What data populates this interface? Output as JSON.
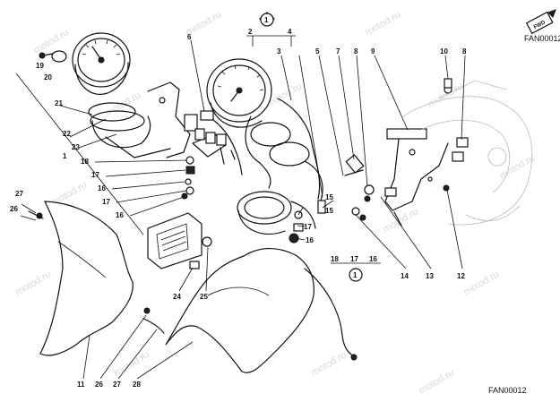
{
  "diagram": {
    "code_top": "FAN00012",
    "code_bottom": "FAN00012",
    "fwd_label": "FWD",
    "watermark": "motod.ru",
    "group_label": "1",
    "callouts": [
      "1",
      "2",
      "3",
      "4",
      "5",
      "6",
      "7",
      "8",
      "8",
      "9",
      "10",
      "11",
      "12",
      "13",
      "14",
      "15",
      "15",
      "16",
      "16",
      "16",
      "17",
      "17",
      "17",
      "17",
      "18",
      "18",
      "19",
      "20",
      "21",
      "22",
      "23",
      "24",
      "25",
      "26",
      "26",
      "27",
      "27",
      "28"
    ],
    "labels": {
      "n6": "6",
      "n2": "2",
      "n4": "4",
      "n3": "3",
      "n5": "5",
      "n7": "7",
      "n8a": "8",
      "n9": "9",
      "n10": "10",
      "n8b": "8",
      "n19": "19",
      "n20": "20",
      "n21": "21",
      "n22": "22",
      "n23": "23",
      "n1": "1",
      "n18a": "18",
      "n17a": "17",
      "n16a": "16",
      "n17b": "17",
      "n16b": "16",
      "n27a": "27",
      "n26a": "26",
      "n15a": "15",
      "n17c": "17",
      "n16c": "16",
      "n18b": "18",
      "n17d": "17",
      "n16d": "16",
      "n14": "14",
      "n13": "13",
      "n12": "12",
      "n15b": "15",
      "n24": "24",
      "n25": "25",
      "n11": "11",
      "n26b": "26",
      "n27b": "27",
      "n28": "28"
    }
  }
}
